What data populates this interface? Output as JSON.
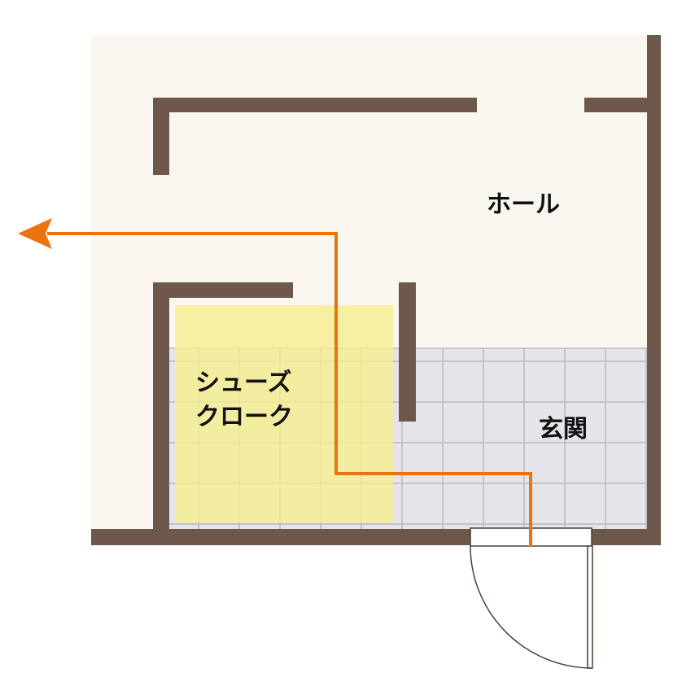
{
  "rooms": {
    "hall": "ホール",
    "shoe_cloak_line1": "シューズ",
    "shoe_cloak_line2": "クローク",
    "entrance": "玄関"
  },
  "colors": {
    "floor": "#faf6f0",
    "wall": "#6e574b",
    "tile": "#e5e5e9",
    "tile_line": "#b9b9bd",
    "closet": "#f6ef8f",
    "route": "#e8730f"
  }
}
